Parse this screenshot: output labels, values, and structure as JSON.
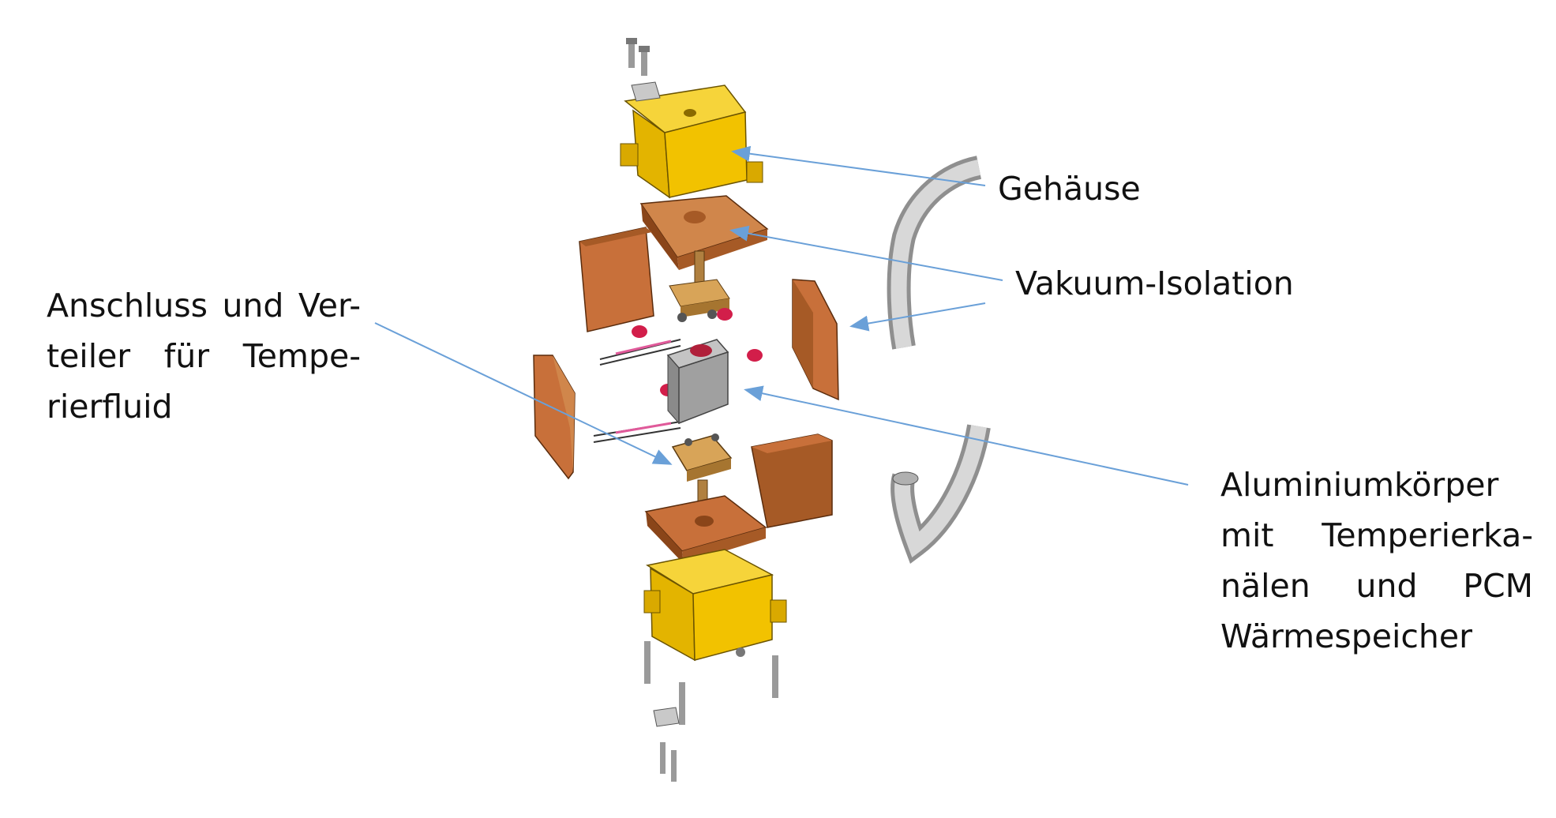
{
  "labels": {
    "gehaeuse": "Gehäuse",
    "vakuum": "Vakuum-Isolation",
    "anschluss": [
      "Anschluss und Ver-",
      "teiler für Tempe-",
      "rierfluid"
    ],
    "aluminium": [
      "Aluminiumkörper",
      "mit Temperierka-",
      "nälen und PCM",
      "Wärmespeicher"
    ]
  },
  "colors": {
    "housing": "#f2c200",
    "housing_dark": "#b88f00",
    "insulation": "#c8703a",
    "insulation_dark": "#8a4519",
    "aluminium": "#9a9a9a",
    "arrow": "#6aa0d8",
    "pipe": "#c8c8c8"
  }
}
